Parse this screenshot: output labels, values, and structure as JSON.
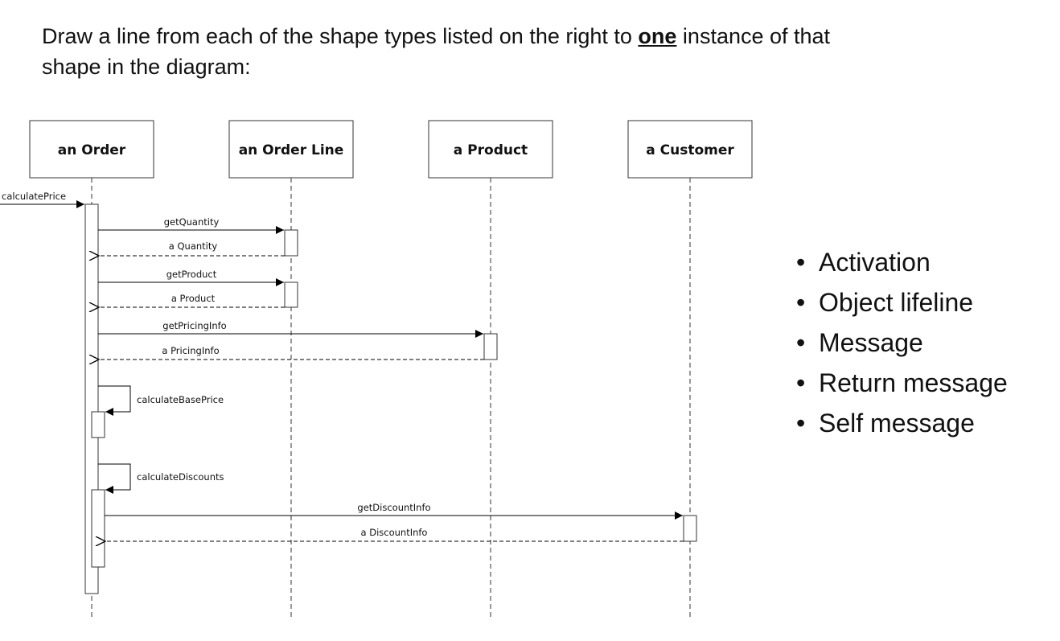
{
  "instruction": {
    "text_before": "Draw a line from each of the shape types listed on the right to ",
    "emphasis": "one",
    "text_after": " instance of that shape in the diagram:"
  },
  "objects": [
    "an Order",
    "an Order Line",
    "a Product",
    "a Customer"
  ],
  "messages": {
    "calculatePrice": "calculatePrice",
    "getQuantity": "getQuantity",
    "aQuantity": "a Quantity",
    "getProduct": "getProduct",
    "aProduct": "a Product",
    "getPricingInfo": "getPricingInfo",
    "aPricingInfo": "a PricingInfo",
    "calculateBasePrice": "calculateBasePrice",
    "calculateDiscounts": "calculateDiscounts",
    "getDiscountInfo": "getDiscountInfo",
    "aDiscountInfo": "a DiscountInfo"
  },
  "shape_types": [
    "Activation",
    "Object lifeline",
    "Message",
    "Return message",
    "Self message"
  ]
}
